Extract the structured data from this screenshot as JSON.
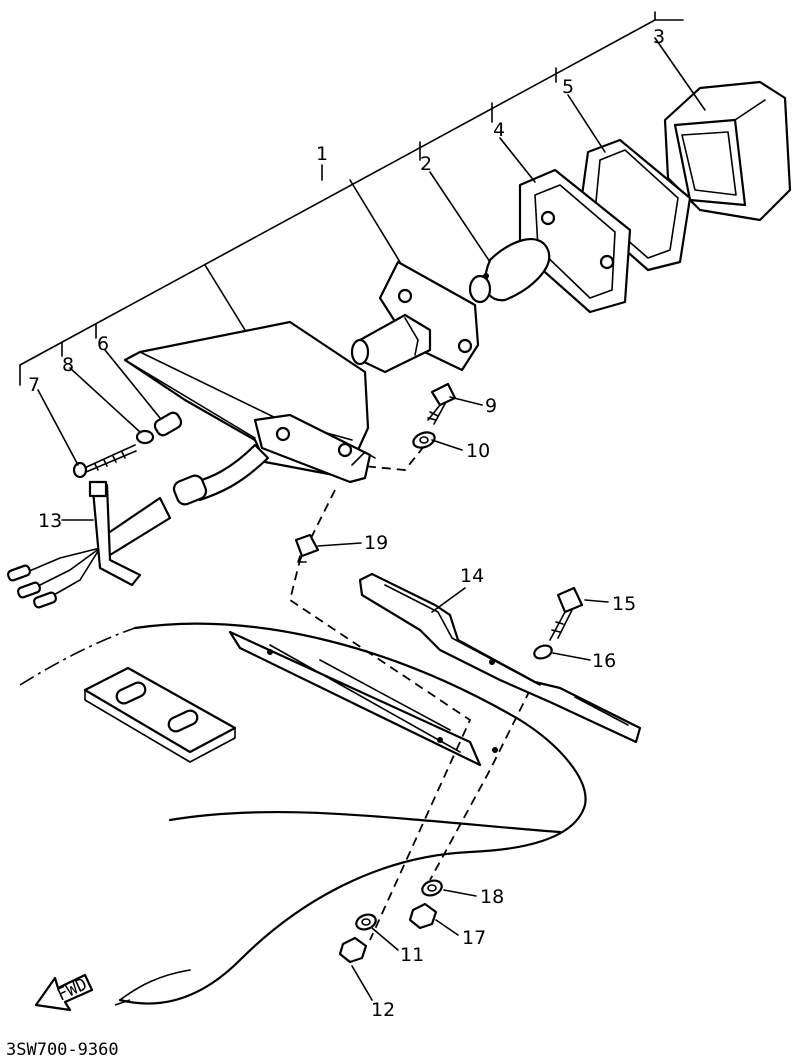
{
  "callouts": [
    "1",
    "2",
    "3",
    "4",
    "5",
    "6",
    "7",
    "8",
    "9",
    "10",
    "11",
    "12",
    "13",
    "14",
    "15",
    "16",
    "17",
    "18",
    "19"
  ],
  "diagram_code": "3SW700-9360",
  "front_arrow_label": "FWD"
}
